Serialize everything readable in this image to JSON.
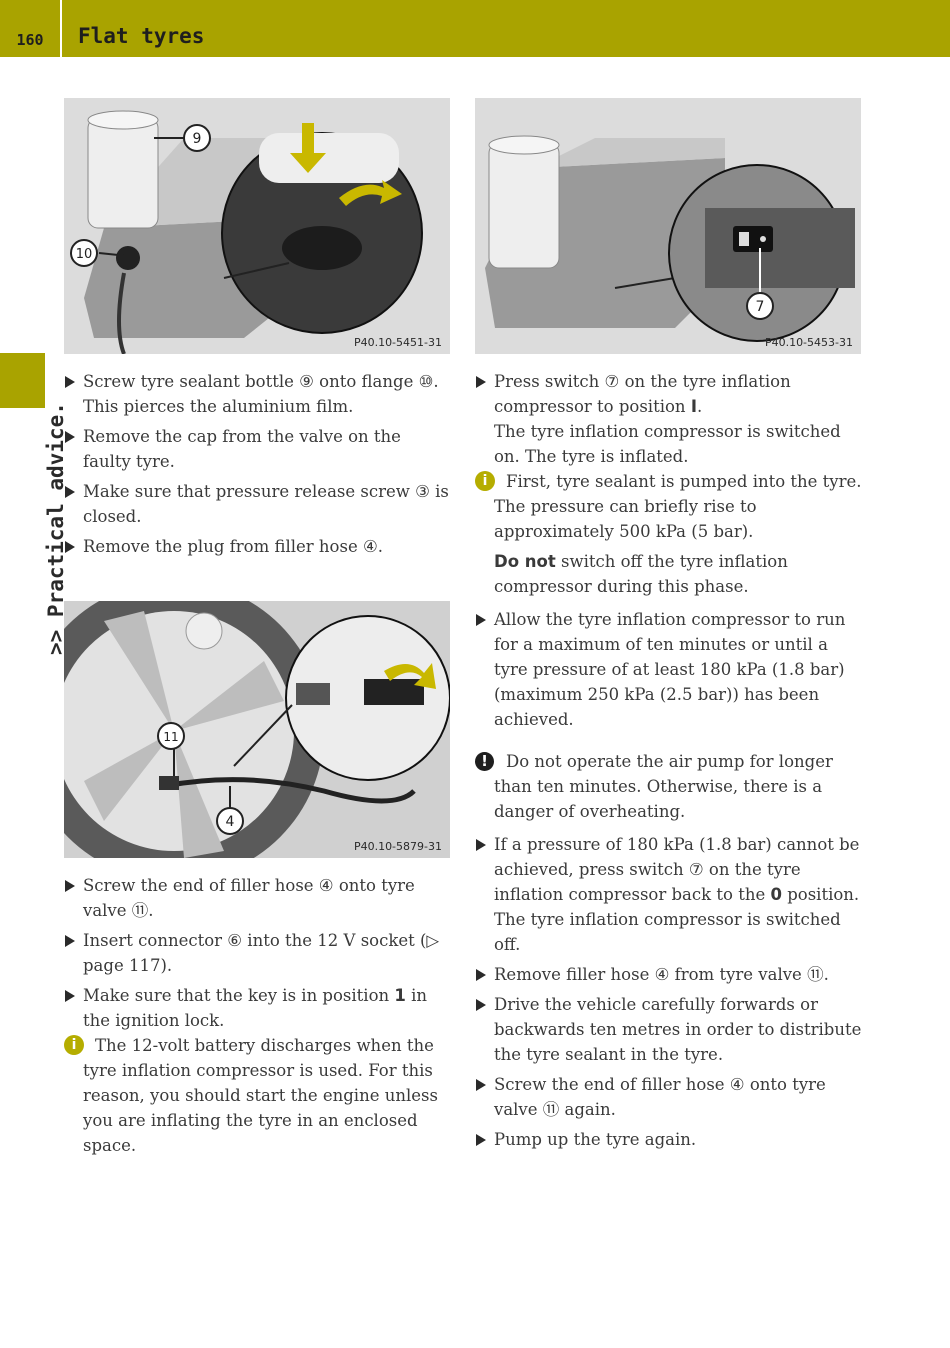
{
  "header": {
    "page_number": "160",
    "title": "Flat tyres"
  },
  "side_tab": ">> Practical advice.",
  "figures": {
    "fig1_caption": "P40.10-5451-31",
    "fig2_caption": "P40.10-5453-31",
    "fig3_caption": "P40.10-5879-31",
    "fig1_callouts": [
      "9",
      "10"
    ],
    "fig2_callouts": [
      "7"
    ],
    "fig3_callouts": [
      "11",
      "4"
    ]
  },
  "left": {
    "s1": "Screw tyre sealant bottle ⑨ onto flange ⑩.",
    "s1_note": "This pierces the aluminium film.",
    "s2": "Remove the cap from the valve on the faulty tyre.",
    "s3": "Make sure that pressure release screw ③ is closed.",
    "s4": "Remove the plug from filler hose ④.",
    "s5": "Screw the end of filler hose ④ onto tyre valve ⑪.",
    "s6": "Insert connector ⑥ into the 12 V socket (▷ page 117).",
    "s7a": "Make sure that the key is in position ",
    "s7_key": "1",
    "s7b": " in the ignition lock.",
    "info1": "The 12-volt battery discharges when the tyre inflation compressor is used. For this reason, you should start the engine unless you are inflating the tyre in an enclosed space."
  },
  "right": {
    "s1a": "Press switch ⑦ on the tyre inflation compressor to position ",
    "s1_pos": "I",
    "s1b": ".",
    "s1_note": "The tyre inflation compressor is switched on. The tyre is inflated.",
    "info1": "First, tyre sealant is pumped into the tyre. The pressure can briefly rise to approximately 500 kPa (5 bar).",
    "info1_bold": "Do not",
    "info1_rest": " switch off the tyre inflation compressor during this phase.",
    "s2": "Allow the tyre inflation compressor to run for a maximum of ten minutes or until a tyre pressure of at least 180 kPa (1.8 bar) (maximum 250 kPa (2.5 bar)) has been achieved.",
    "warn1": "Do not operate the air pump for longer than ten minutes. Otherwise, there is a danger of overheating.",
    "s3a": "If a pressure of 180 kPa (1.8 bar) cannot be achieved, press switch ⑦ on the tyre inflation compressor back to the ",
    "s3_pos": "0",
    "s3b": " position.",
    "s3_note": "The tyre inflation compressor is switched off.",
    "s4": "Remove filler hose ④ from tyre valve ⑪.",
    "s5": "Drive the vehicle carefully forwards or backwards ten metres in order to distribute the tyre sealant in the tyre.",
    "s6": "Screw the end of filler hose ④ onto tyre valve ⑪ again.",
    "s7": "Pump up the tyre again."
  },
  "icons": {
    "info_icon": "i",
    "warning_icon": "!"
  }
}
